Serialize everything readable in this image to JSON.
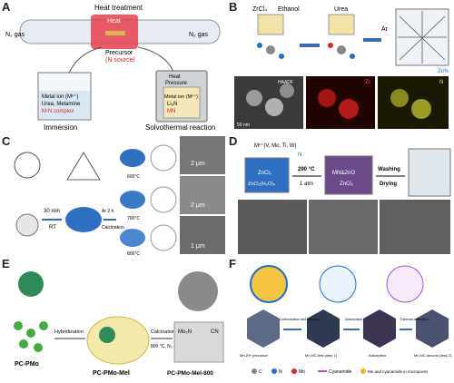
{
  "panels": {
    "A": {
      "label": "A",
      "heat_treatment": "Heat treatment",
      "heat": "Heat",
      "n2_in": "N₂ gas",
      "n2_out": "N₂ gas",
      "precursor": "Precursor",
      "n_source": "(N source)",
      "beaker_line1": "Metal ion (Mⁿ⁺)",
      "beaker_line2": "Urea, Melamine",
      "beaker_line3": "M-N complex",
      "heat_pressure_1": "Heat",
      "heat_pressure_2": "Pressure",
      "auto_line1": "Metal ion (Mⁿ⁺)",
      "auto_line2": "Li₃N",
      "auto_line3": "MN",
      "immersion": "Immersion",
      "solvothermal": "Solvothermal reaction"
    },
    "B": {
      "label": "B",
      "zrcl4": "ZrCl₄",
      "ethanol": "Ethanol",
      "urea": "Urea",
      "ar": "Ar",
      "zrn": "Zr/N",
      "haadf": "HAADF",
      "map_zr": "Zr",
      "map_n": "N",
      "scale": "50 nm"
    },
    "C": {
      "label": "C",
      "rt": "RT",
      "time": "30 min",
      "ar_cond": "Ar 2 h",
      "calcination": "Calcination",
      "t1": "600°C",
      "t2": "700°C",
      "t3": "800°C",
      "s1": "2 μm",
      "s2": "2 μm",
      "s3": "1 μm"
    },
    "D": {
      "label": "D",
      "metals": "Mⁿ⁺(V, Mo, Ti, W)",
      "n_label": "N",
      "zncl2": "ZnCl₂",
      "hydrate": "ZnCl₂(H₂O)₄",
      "temp": "290 °C",
      "atm": "1 atm",
      "product": "MN&ZnO",
      "product2": "ZnCl₂",
      "washing": "Washing",
      "drying": "Drying"
    },
    "E": {
      "label": "E",
      "pc_pmo": "PC-PMo",
      "hybridization": "Hybridization",
      "pc_pmo_mel": "PC-PMo-Mel",
      "calcination": "Calcination",
      "calc_cond": "800 °C, N₂",
      "pc_pmo_mel_800": "PC-PMo-Mel-800",
      "mo2n": "Mo₂N",
      "cn": "CN"
    },
    "F": {
      "label": "F",
      "s1": "Mn-ZIF precursor",
      "s2": "Carbonization and leaching",
      "s3": "Mn-NC-first (step 1)",
      "s4": "Adsorption",
      "s5": "Adsorption",
      "s6": "Thermal activation",
      "s7": "Mn-NC-second (step 2)",
      "leg_c": "C",
      "leg_n": "N",
      "leg_mn": "Mn",
      "leg_cy": "Cyanamide",
      "leg_mncy": "Mn and cyanamide in micropores"
    }
  },
  "colors": {
    "heat": "#e8404f",
    "blue": "#1e6fd0",
    "green": "#44aa44",
    "gray": "#8a8a8a"
  }
}
